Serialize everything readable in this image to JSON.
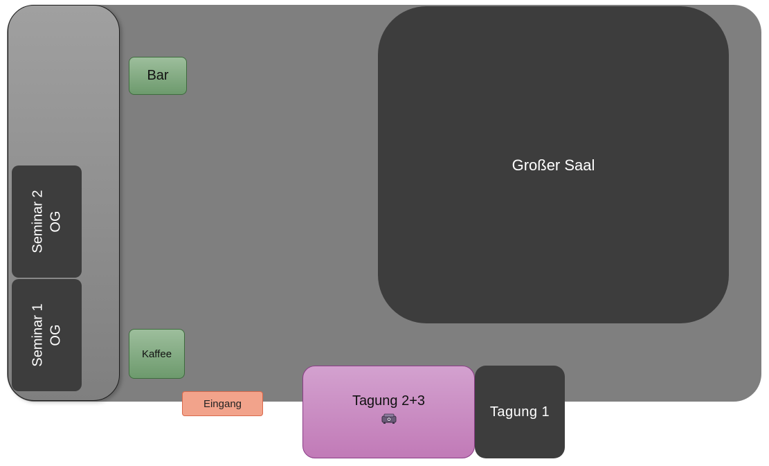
{
  "floorplan": {
    "rooms": {
      "grosser_saal": "Großer Saal",
      "seminar_2": [
        "Seminar 2",
        "OG"
      ],
      "seminar_1": [
        "Seminar 1",
        "OG"
      ],
      "bar": "Bar",
      "kaffee": "Kaffee",
      "eingang": "Eingang",
      "tagung_23": "Tagung 2+3",
      "tagung_1": "Tagung 1"
    },
    "icons": {
      "tagung_23_icon": "projector-icon"
    },
    "colors": {
      "floor": "#7f7f7f",
      "dark_room": "#3d3d3d",
      "green_room": "#82ac81",
      "entrance": "#f2a38b",
      "tagung_23": "#c98dc2"
    }
  }
}
